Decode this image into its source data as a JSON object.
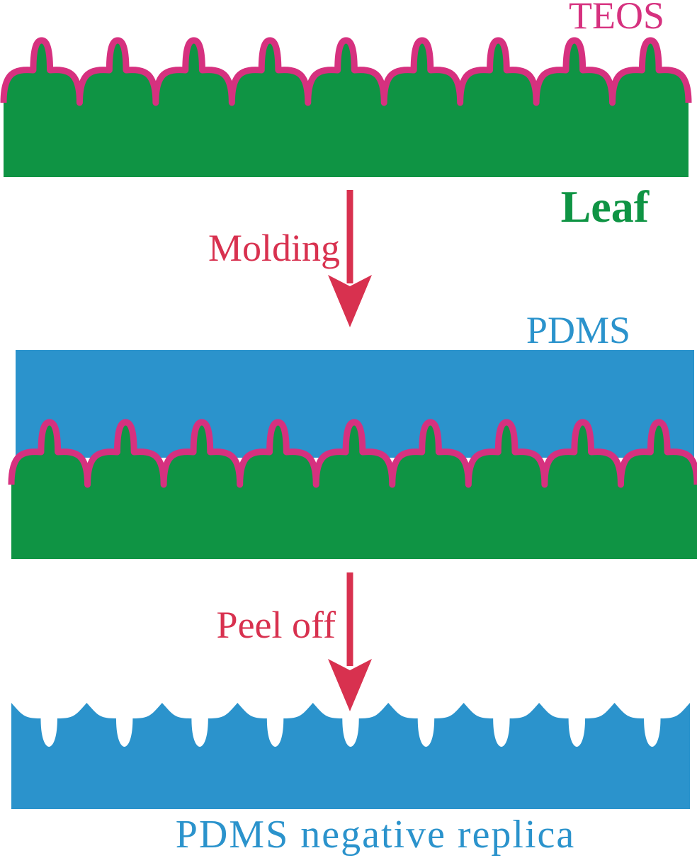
{
  "labels": {
    "teos": "TEOS",
    "leaf": "Leaf",
    "molding": "Molding",
    "pdms": "PDMS",
    "peel_off": "Peel off",
    "replica": "PDMS negative replica"
  },
  "colors": {
    "leaf": "#0f9444",
    "teos": "#d6317f",
    "pdms": "#2b93cc",
    "arrow": "#d8314f",
    "leaf_text": "#0f9444",
    "teos_text": "#d6317f",
    "pdms_text": "#2b93cc",
    "step_text": "#d8314f",
    "background": "#ffffff"
  },
  "structure": {
    "bump_count": 9
  }
}
